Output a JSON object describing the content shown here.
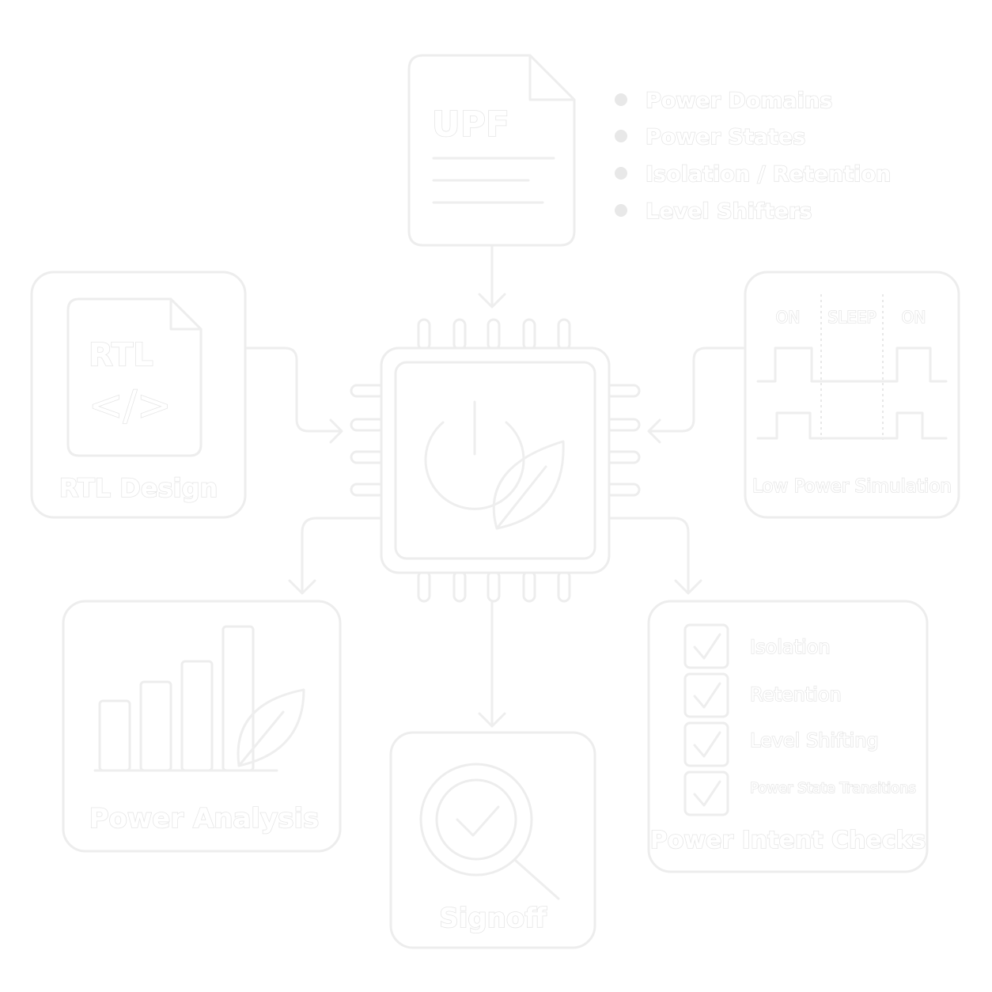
{
  "upf": {
    "doc_label": "UPF",
    "bullets": [
      "Power Domains",
      "Power States",
      "Isolation / Retention",
      "Level Shifters"
    ]
  },
  "rtl": {
    "doc_label": "RTL",
    "code_glyph": "</>",
    "caption": "RTL Design"
  },
  "simulation": {
    "states": [
      "ON",
      "SLEEP",
      "ON"
    ],
    "caption": "Low Power Simulation"
  },
  "analysis": {
    "caption": "Power Analysis"
  },
  "signoff": {
    "caption": "Signoff"
  },
  "checks": {
    "items": [
      "Isolation",
      "Retention",
      "Level Shifting",
      "Power State Transitions"
    ],
    "caption": "Power Intent Checks"
  },
  "colors": {
    "stroke": "#ededed",
    "fill": "#ffffff"
  }
}
